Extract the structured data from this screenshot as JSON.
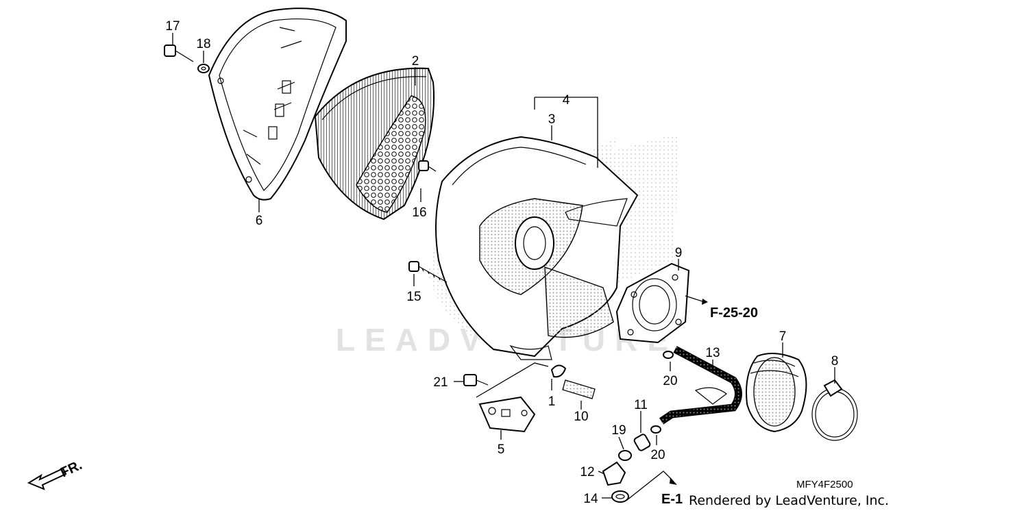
{
  "watermark_text": "LEADVENTURE",
  "credit_text": "Rendered by LeadVenture, Inc.",
  "diagram_code": "MFY4F2500",
  "front_label": "FR.",
  "part_labels": [
    "1",
    "2",
    "3",
    "4",
    "5",
    "6",
    "7",
    "8",
    "9",
    "10",
    "11",
    "12",
    "13",
    "14",
    "15",
    "16",
    "17",
    "18",
    "19",
    "20",
    "20",
    "21"
  ],
  "reference_labels": [
    "F-25-20",
    "E-1"
  ],
  "colors": {
    "line": "#000000",
    "background": "#ffffff",
    "stipple": "#999999",
    "watermark": "#e2e2e2"
  }
}
